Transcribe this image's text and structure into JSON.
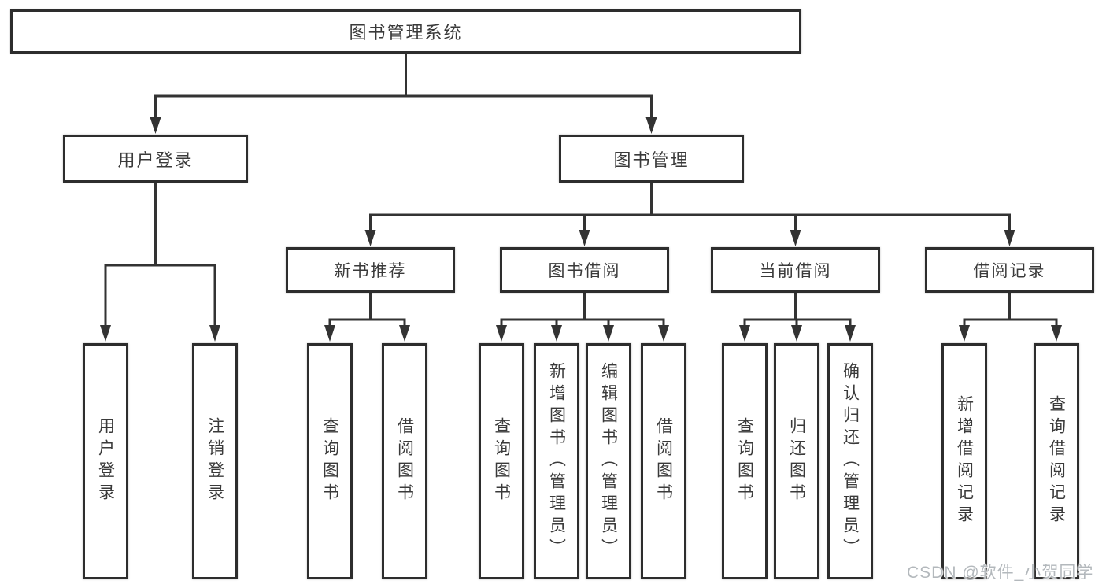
{
  "tree": {
    "root": {
      "label": "图书管理系统"
    },
    "branches": [
      {
        "label": "用户登录",
        "children": [
          {
            "label": "用户登录"
          },
          {
            "label": "注销登录"
          }
        ]
      },
      {
        "label": "图书管理",
        "children": [
          {
            "label": "新书推荐",
            "children": [
              {
                "label": "查询图书"
              },
              {
                "label": "借阅图书"
              }
            ]
          },
          {
            "label": "图书借阅",
            "children": [
              {
                "label": "查询图书"
              },
              {
                "label": "新增图书（管理员）"
              },
              {
                "label": "编辑图书（管理员）"
              },
              {
                "label": "借阅图书"
              }
            ]
          },
          {
            "label": "当前借阅",
            "children": [
              {
                "label": "查询图书"
              },
              {
                "label": "归还图书"
              },
              {
                "label": "确认归还（管理员）"
              }
            ]
          },
          {
            "label": "借阅记录",
            "children": [
              {
                "label": "新增借阅记录"
              },
              {
                "label": "查询借阅记录"
              }
            ]
          }
        ]
      }
    ]
  },
  "watermark": {
    "text": "CSDN @软件_小贺同学"
  },
  "colors": {
    "line": "#333333",
    "border": "#2d2d2d",
    "text": "#3a3a3a",
    "watermark": "#b3b8bc",
    "background": "#ffffff"
  }
}
